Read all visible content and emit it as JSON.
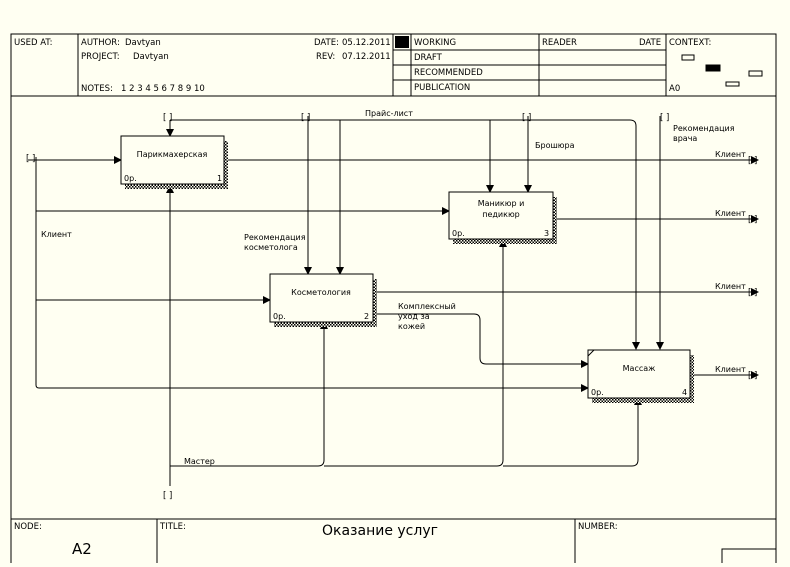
{
  "header": {
    "used_at_label": "USED AT:",
    "author_label": "AUTHOR:",
    "author": "Davtyan",
    "project_label": "PROJECT:",
    "project": "Davtyan",
    "date_label": "DATE:",
    "date": "05.12.2011",
    "rev_label": "REV:",
    "rev": "07.12.2011",
    "notes_label": "NOTES:",
    "notes": "1  2  3  4  5  6  7  8  9  10",
    "status": [
      "WORKING",
      "DRAFT",
      "RECOMMENDED",
      "PUBLICATION"
    ],
    "reader_label": "READER",
    "reader_date_label": "DATE",
    "context_label": "CONTEXT:",
    "context_node": "A0"
  },
  "boxes": [
    {
      "name": "Парикмахерская",
      "cost": "0р.",
      "num": "1"
    },
    {
      "name": "Маникюр и педикюр",
      "cost": "0р.",
      "num": "3"
    },
    {
      "name": "Косметология",
      "cost": "0р.",
      "num": "2"
    },
    {
      "name": "Массаж",
      "cost": "0р.",
      "num": "4"
    }
  ],
  "labels": {
    "price_list": "Прайс-лист",
    "brochure": "Брошюра",
    "doctor_rec": "Рекомендация врача",
    "cosm_rec": "Рекомендация косметолога",
    "client_in": "Клиент",
    "client_out": "Клиент",
    "complex_care": "Комплексный уход за кожей",
    "master": "Мастер"
  },
  "footer": {
    "node_label": "NODE:",
    "node": "A2",
    "title_label": "TITLE:",
    "title": "Оказание услуг",
    "number_label": "NUMBER:"
  }
}
